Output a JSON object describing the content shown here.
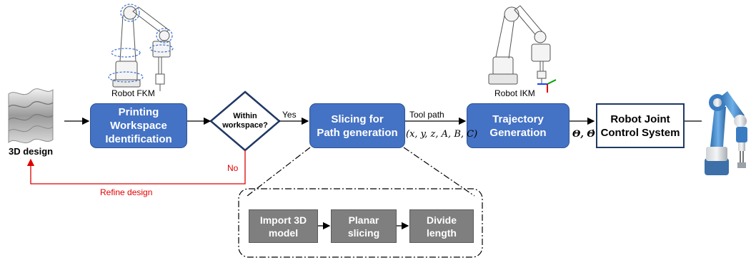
{
  "nodes": {
    "design": "3D design",
    "fkm": "Robot FKM",
    "workspace": "Printing\nWorkspace\nIdentification",
    "decision": "Within\nworkspace?",
    "slicing": "Slicing for\nPath generation",
    "trajectory": "Trajectory\nGeneration",
    "ikm": "Robot IKM",
    "control": "Robot Joint\nControl System",
    "import": "Import 3D\nmodel",
    "planar": "Planar\nslicing",
    "divide": "Divide\nlength"
  },
  "edges": {
    "yes": "Yes",
    "no": "No",
    "refine": "Refine design",
    "toolpath": "Tool path",
    "coords": "(x, y, z, A, B, C)",
    "theta": "Θ, Θ̇"
  },
  "colors": {
    "box_blue": "#4472c4",
    "box_gray": "#7f7f7f",
    "refine_red": "#e00000",
    "control_border": "#203864",
    "decision_border": "#203864"
  }
}
